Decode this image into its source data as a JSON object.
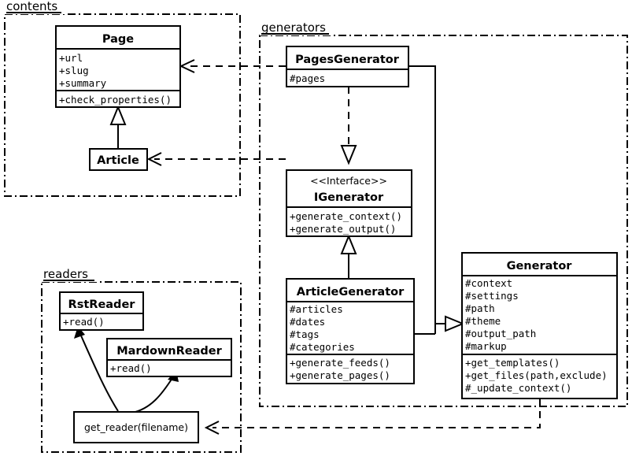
{
  "diagram": {
    "title": "Pelican architecture UML class diagram",
    "background_color": "#ffffff",
    "line_color": "#000000"
  },
  "packages": [
    {
      "id": "contents",
      "label": "contents"
    },
    {
      "id": "generators",
      "label": "generators"
    },
    {
      "id": "readers",
      "label": "readers"
    }
  ],
  "classes": {
    "page": {
      "name": "Page",
      "stereotype": "",
      "attributes": [
        "+url",
        "+slug",
        "+summary"
      ],
      "methods": [
        "+check_properties()"
      ]
    },
    "article": {
      "name": "Article",
      "stereotype": "",
      "attributes": [],
      "methods": []
    },
    "pages_generator": {
      "name": "PagesGenerator",
      "stereotype": "",
      "attributes": [
        "#pages"
      ],
      "methods": []
    },
    "igenerator": {
      "name": "IGenerator",
      "stereotype": "<<Interface>>",
      "attributes": [],
      "methods": [
        "+generate_context()",
        "+generate_output()"
      ]
    },
    "article_generator": {
      "name": "ArticleGenerator",
      "stereotype": "",
      "attributes": [
        "#articles",
        "#dates",
        "#tags",
        "#categories"
      ],
      "methods": [
        "+generate_feeds()",
        "+generate_pages()"
      ]
    },
    "generator": {
      "name": "Generator",
      "stereotype": "",
      "attributes": [
        "#context",
        "#settings",
        "#path",
        "#theme",
        "#output_path",
        "#markup"
      ],
      "methods": [
        "+get_templates()",
        "+get_files(path,exclude)",
        "#_update_context()"
      ]
    },
    "rst_reader": {
      "name": "RstReader",
      "stereotype": "",
      "attributes": [],
      "methods": [
        "+read()"
      ]
    },
    "mardown_reader": {
      "name": "MardownReader",
      "stereotype": "",
      "attributes": [],
      "methods": [
        "+read()"
      ]
    },
    "get_reader": {
      "name": "get_reader(filename)",
      "stereotype": "",
      "attributes": [],
      "methods": []
    }
  },
  "relationships": [
    {
      "id": "article-inherits-page",
      "from": "article",
      "to": "page",
      "type": "generalization"
    },
    {
      "id": "pagesgenerator-uses-page",
      "from": "pages_generator",
      "to": "page",
      "type": "dependency"
    },
    {
      "id": "articlegenerator-uses-article",
      "from": "article_generator",
      "to": "article",
      "type": "dependency"
    },
    {
      "id": "pagesgenerator-realizes-igenerator",
      "from": "pages_generator",
      "to": "igenerator",
      "type": "realization"
    },
    {
      "id": "articlegenerator-realizes-igenerator",
      "from": "article_generator",
      "to": "igenerator",
      "type": "generalization"
    },
    {
      "id": "pagesgenerator-inherits-generator",
      "from": "pages_generator",
      "to": "generator",
      "type": "generalization"
    },
    {
      "id": "articlegenerator-inherits-generator",
      "from": "article_generator",
      "to": "generator",
      "type": "generalization"
    },
    {
      "id": "generator-uses-getreader",
      "from": "generator",
      "to": "get_reader",
      "type": "dependency"
    },
    {
      "id": "getreader-creates-rstreader",
      "from": "get_reader",
      "to": "rst_reader",
      "type": "association"
    },
    {
      "id": "getreader-creates-mardownreader",
      "from": "get_reader",
      "to": "mardown_reader",
      "type": "association"
    }
  ]
}
